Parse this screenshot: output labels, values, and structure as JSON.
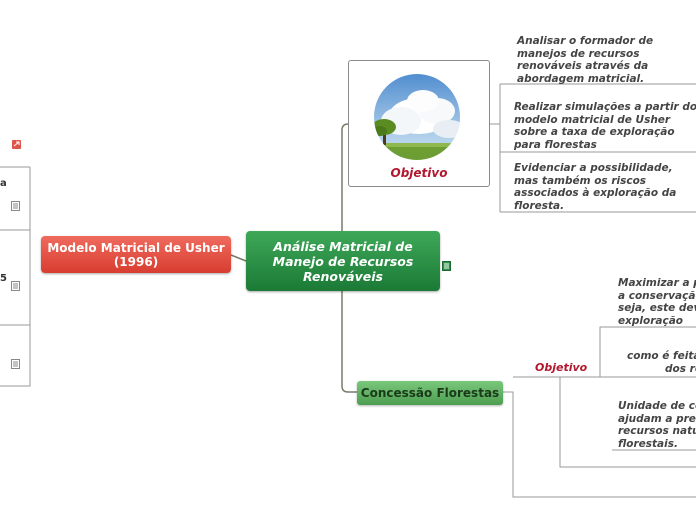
{
  "central": {
    "title": "Análise Matricial de Manejo de Recursos Renováveis"
  },
  "left_topic": {
    "title": "Modelo Matricial de Usher (1996)"
  },
  "left_fragments": {
    "a": "a",
    "b": "5"
  },
  "objective_image": {
    "caption": "Objetivo",
    "image": "cloud-tree-landscape"
  },
  "objective_items": [
    {
      "line1": "Analisar o formador de",
      "line2": "manejos de recursos",
      "line3": "renováveis através da",
      "line4": "abordagem matricial."
    },
    {
      "line1": "Realizar simulações a partir do",
      "line2": "modelo matricial de Usher",
      "line3": "sobre a taxa de exploração",
      "line4": "para florestas"
    },
    {
      "line1": "Evidenciar a possibilidade,",
      "line2": "mas também os riscos",
      "line3": "associados à exploração da",
      "line4": "floresta."
    }
  ],
  "concessao": {
    "title": "Concessão Florestas",
    "sub_label": "Objetivo",
    "items": [
      {
        "line1": "Maximizar a p",
        "line2": "a conservação",
        "line3": "seja, este deve",
        "line4": "exploração"
      },
      {
        "line1": "como é feita",
        "line2": "dos re"
      },
      {
        "line1": "Unidade de co",
        "line2": "ajudam a pres",
        "line3": "recursos natur",
        "line4": "florestais."
      }
    ]
  },
  "colors": {
    "central": "#2e8f47",
    "left_topic": "#e04b3e",
    "green_topic": "#5fae62",
    "objective_text": "#b0182f"
  }
}
